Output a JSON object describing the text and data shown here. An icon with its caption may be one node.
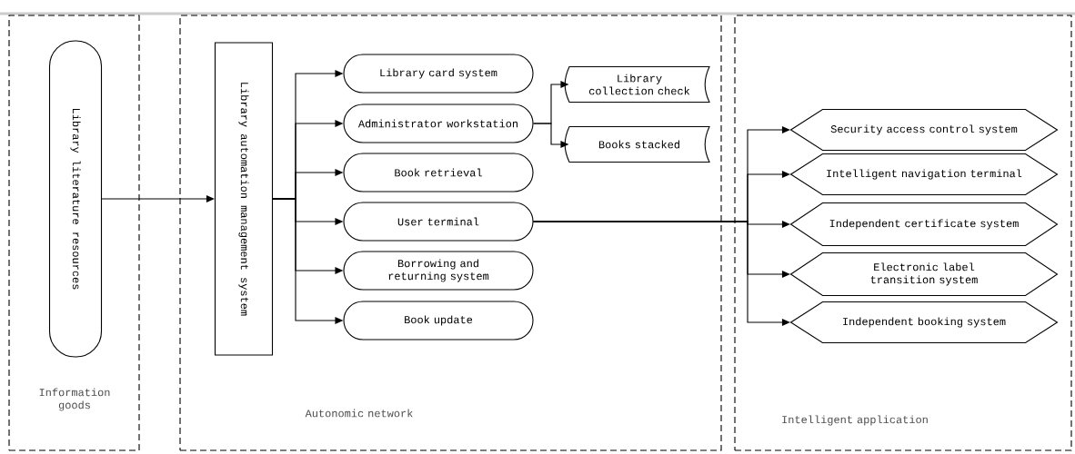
{
  "diagram": {
    "nodes": [
      {
        "text": [
          "Information goods"
        ]
      },
      {
        "text": [
          "Library literature resources"
        ],
        "in": 0
      },
      {
        "text": [
          "Autonomic network"
        ]
      },
      {
        "text": [
          "Library automation management system"
        ],
        "in": 2
      },
      {
        "text": [
          "Library card system"
        ],
        "in": 2
      },
      {
        "text": [
          "Administrator workstation"
        ],
        "in": 2
      },
      {
        "text": [
          "Book retrieval"
        ],
        "in": 2
      },
      {
        "text": [
          "User terminal"
        ],
        "in": 2
      },
      {
        "text": [
          "Borrowing and returning system"
        ],
        "in": 2
      },
      {
        "text": [
          "Book update"
        ],
        "in": 2
      },
      {
        "text": [
          "Library collection check"
        ],
        "in": 2
      },
      {
        "text": [
          "Books stacked"
        ],
        "in": 2
      },
      {
        "text": [
          "Intelligent application"
        ]
      },
      {
        "text": [
          "Security access control system"
        ],
        "in": 12
      },
      {
        "text": [
          "Intelligent navigation terminal"
        ],
        "in": 12
      },
      {
        "text": [
          "Independent certificate system"
        ],
        "in": 12
      },
      {
        "text": [
          "Electronic label transition system"
        ],
        "in": 12
      },
      {
        "text": [
          "Independent booking system"
        ],
        "in": 12
      }
    ],
    "edges": [
      {
        "from": 1,
        "to": 3,
        "arrow": "to"
      },
      {
        "from": 3,
        "to": 4,
        "arrow": "to"
      },
      {
        "from": 3,
        "to": 5,
        "arrow": "to"
      },
      {
        "from": 3,
        "to": 6,
        "arrow": "to"
      },
      {
        "from": 3,
        "to": 7,
        "arrow": "to"
      },
      {
        "from": 3,
        "to": 8,
        "arrow": "to"
      },
      {
        "from": 3,
        "to": 9,
        "arrow": "to"
      },
      {
        "from": 5,
        "to": 10,
        "arrow": "to"
      },
      {
        "from": 5,
        "to": 11,
        "arrow": "to"
      },
      {
        "from": 7,
        "to": 13,
        "arrow": "to"
      },
      {
        "from": 7,
        "to": 14,
        "arrow": "to"
      },
      {
        "from": 7,
        "to": 15,
        "arrow": "to"
      },
      {
        "from": 7,
        "to": 16,
        "arrow": "to"
      },
      {
        "from": 7,
        "to": 17,
        "arrow": "to"
      }
    ]
  }
}
